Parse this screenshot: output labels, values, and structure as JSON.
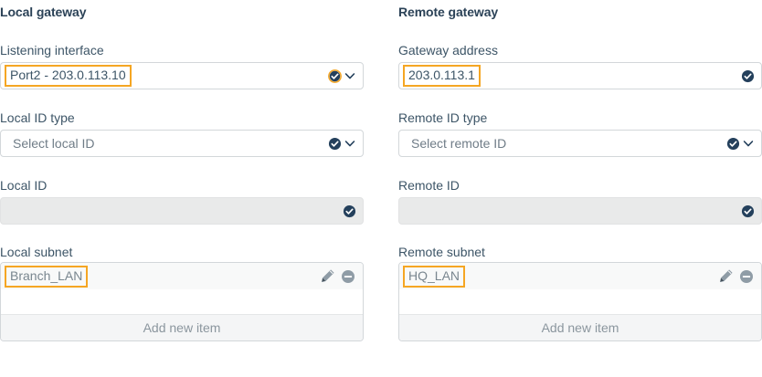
{
  "colors": {
    "highlight": "#f5a623",
    "check_icon": "#24405c",
    "text": "#3d5567",
    "heading": "#2b4257",
    "muted": "#79868f",
    "border": "#d3d7da",
    "disabled_bg": "#e9eaea"
  },
  "columns": [
    {
      "id": "local-gateway",
      "title": "Local gateway",
      "fields": [
        {
          "id": "listening-interface",
          "label": "Listening interface",
          "value": "Port2 - 203.0.113.10",
          "type": "select",
          "highlighted": true,
          "disabled": false,
          "icons": [
            "check-circle-icon",
            "chevron-down-icon"
          ]
        },
        {
          "id": "local-id-type",
          "label": "Local ID type",
          "value": "Select local ID",
          "type": "select",
          "highlighted": false,
          "disabled": false,
          "icons": [
            "check-circle-icon",
            "chevron-down-icon"
          ]
        },
        {
          "id": "local-id",
          "label": "Local ID",
          "value": "",
          "type": "text",
          "highlighted": false,
          "disabled": true,
          "icons": [
            "check-circle-icon"
          ]
        }
      ],
      "list_field": {
        "id": "local-subnet",
        "label": "Local subnet",
        "items": [
          "Branch_LAN"
        ],
        "add_label": "Add new item",
        "item_icons": [
          "pencil-icon",
          "remove-circle-icon"
        ],
        "highlighted": true
      }
    },
    {
      "id": "remote-gateway",
      "title": "Remote gateway",
      "fields": [
        {
          "id": "gateway-address",
          "label": "Gateway address",
          "value": "203.0.113.1",
          "type": "text",
          "highlighted": true,
          "disabled": false,
          "icons": [
            "check-circle-icon"
          ]
        },
        {
          "id": "remote-id-type",
          "label": "Remote ID type",
          "value": "Select remote ID",
          "type": "select",
          "highlighted": false,
          "disabled": false,
          "icons": [
            "check-circle-icon",
            "chevron-down-icon"
          ]
        },
        {
          "id": "remote-id",
          "label": "Remote ID",
          "value": "",
          "type": "text",
          "highlighted": false,
          "disabled": true,
          "icons": [
            "check-circle-icon"
          ]
        }
      ],
      "list_field": {
        "id": "remote-subnet",
        "label": "Remote subnet",
        "items": [
          "HQ_LAN"
        ],
        "add_label": "Add new item",
        "item_icons": [
          "pencil-icon",
          "remove-circle-icon"
        ],
        "highlighted": true
      }
    }
  ]
}
